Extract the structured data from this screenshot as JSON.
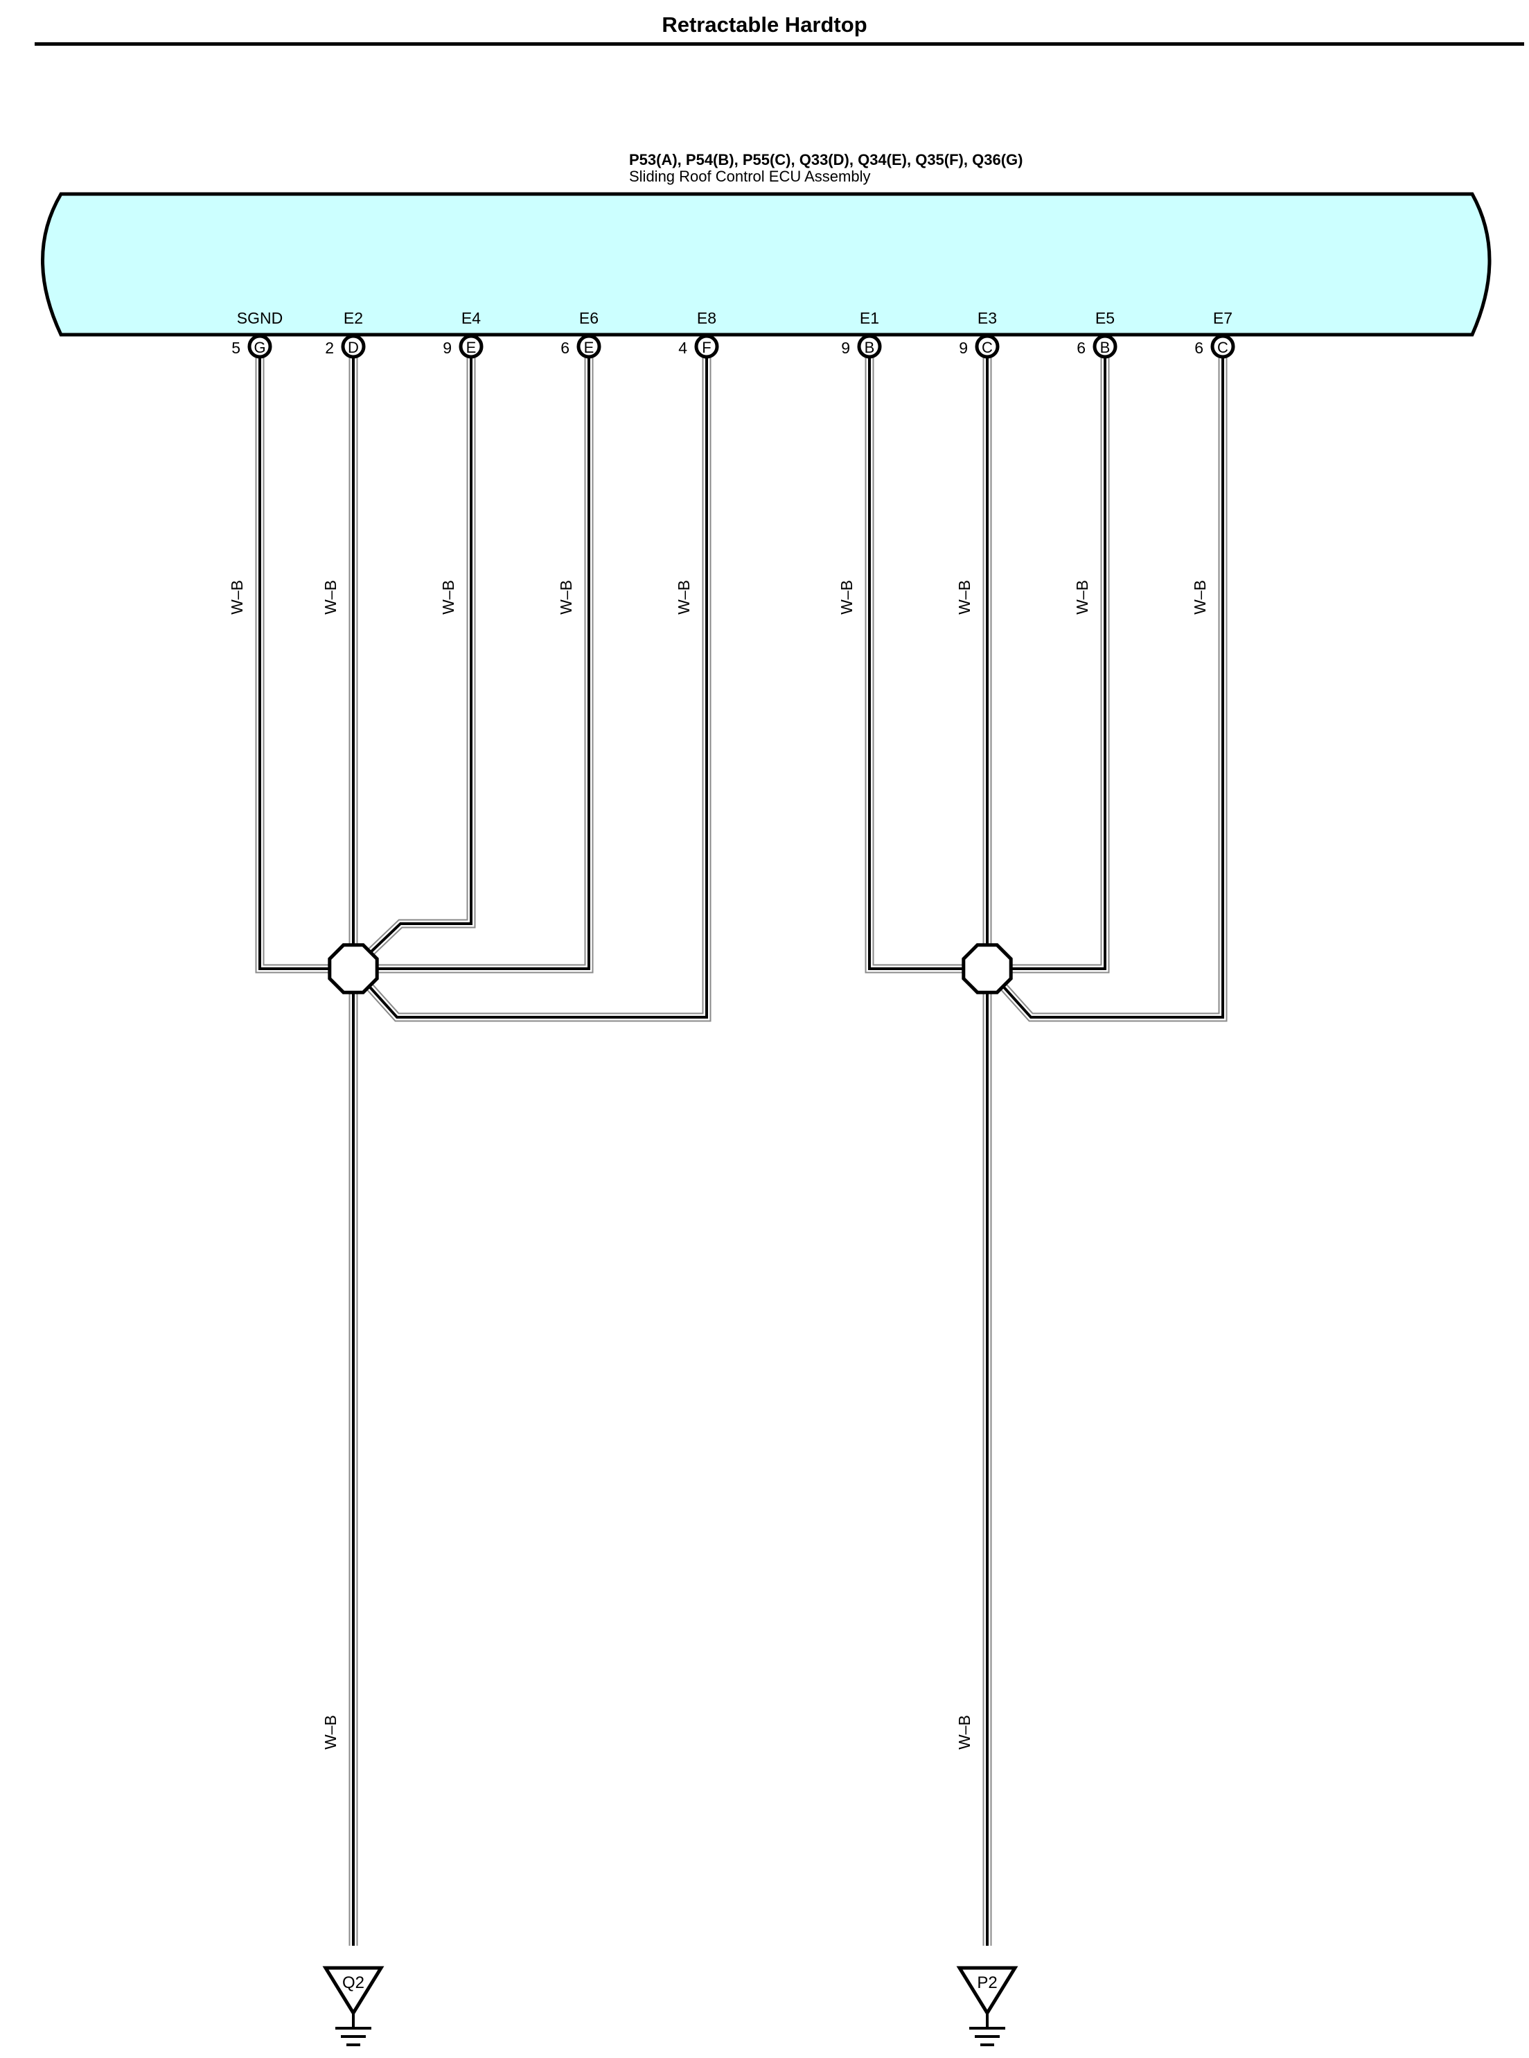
{
  "title": "Retractable Hardtop",
  "ecu": {
    "connectors": "P53(A), P54(B), P55(C), Q33(D), Q34(E), Q35(F), Q36(G)",
    "name": "Sliding Roof Control ECU Assembly",
    "fill": "#ccffff"
  },
  "pins": [
    {
      "name": "SGND",
      "pin": "5",
      "conn": "G",
      "wire": "W–B",
      "group": "left"
    },
    {
      "name": "E2",
      "pin": "2",
      "conn": "D",
      "wire": "W–B",
      "group": "left"
    },
    {
      "name": "E4",
      "pin": "9",
      "conn": "E",
      "wire": "W–B",
      "group": "left"
    },
    {
      "name": "E6",
      "pin": "6",
      "conn": "E",
      "wire": "W–B",
      "group": "left"
    },
    {
      "name": "E8",
      "pin": "4",
      "conn": "F",
      "wire": "W–B",
      "group": "left"
    },
    {
      "name": "E1",
      "pin": "9",
      "conn": "B",
      "wire": "W–B",
      "group": "right"
    },
    {
      "name": "E3",
      "pin": "9",
      "conn": "C",
      "wire": "W–B",
      "group": "right"
    },
    {
      "name": "E5",
      "pin": "6",
      "conn": "B",
      "wire": "W–B",
      "group": "right"
    },
    {
      "name": "E7",
      "pin": "6",
      "conn": "C",
      "wire": "W–B",
      "group": "right"
    }
  ],
  "grounds": [
    {
      "label": "Q2",
      "wire": "W–B"
    },
    {
      "label": "P2",
      "wire": "W–B"
    }
  ]
}
